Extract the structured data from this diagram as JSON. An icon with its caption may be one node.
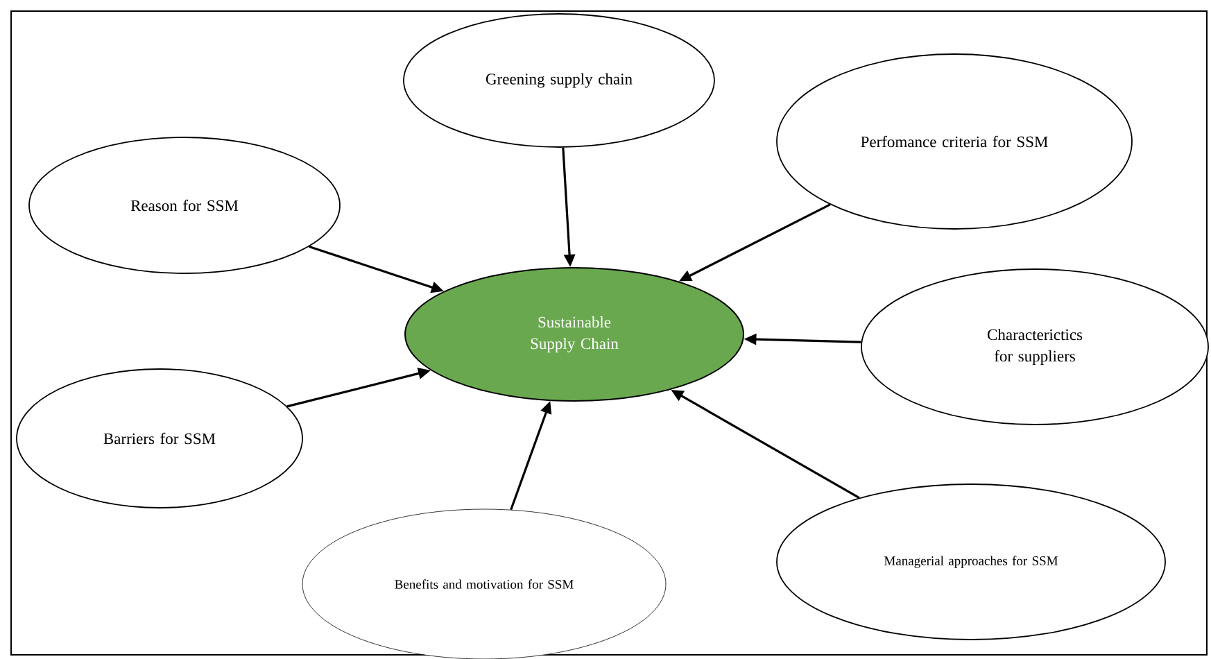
{
  "diagram": {
    "nodes": [
      {
        "text": [
          "Sustainable Supply Chain"
        ]
      },
      {
        "text": [
          "Greening supply chain"
        ]
      },
      {
        "text": [
          "Perfomance criteria for SSM"
        ]
      },
      {
        "text": [
          "Reason for SSM"
        ]
      },
      {
        "text": [
          "Characterictics for suppliers"
        ]
      },
      {
        "text": [
          "Barriers for SSM"
        ]
      },
      {
        "text": [
          "Benefits and motivation for SSM"
        ]
      },
      {
        "text": [
          "Managerial approaches for SSM"
        ]
      }
    ],
    "edges": [
      {
        "from": 1,
        "to": 0,
        "arrow": "to"
      },
      {
        "from": 2,
        "to": 0,
        "arrow": "to"
      },
      {
        "from": 3,
        "to": 0,
        "arrow": "to"
      },
      {
        "from": 4,
        "to": 0,
        "arrow": "to"
      },
      {
        "from": 5,
        "to": 0,
        "arrow": "to"
      },
      {
        "from": 6,
        "to": 0,
        "arrow": "to"
      },
      {
        "from": 7,
        "to": 0,
        "arrow": "to"
      }
    ]
  }
}
